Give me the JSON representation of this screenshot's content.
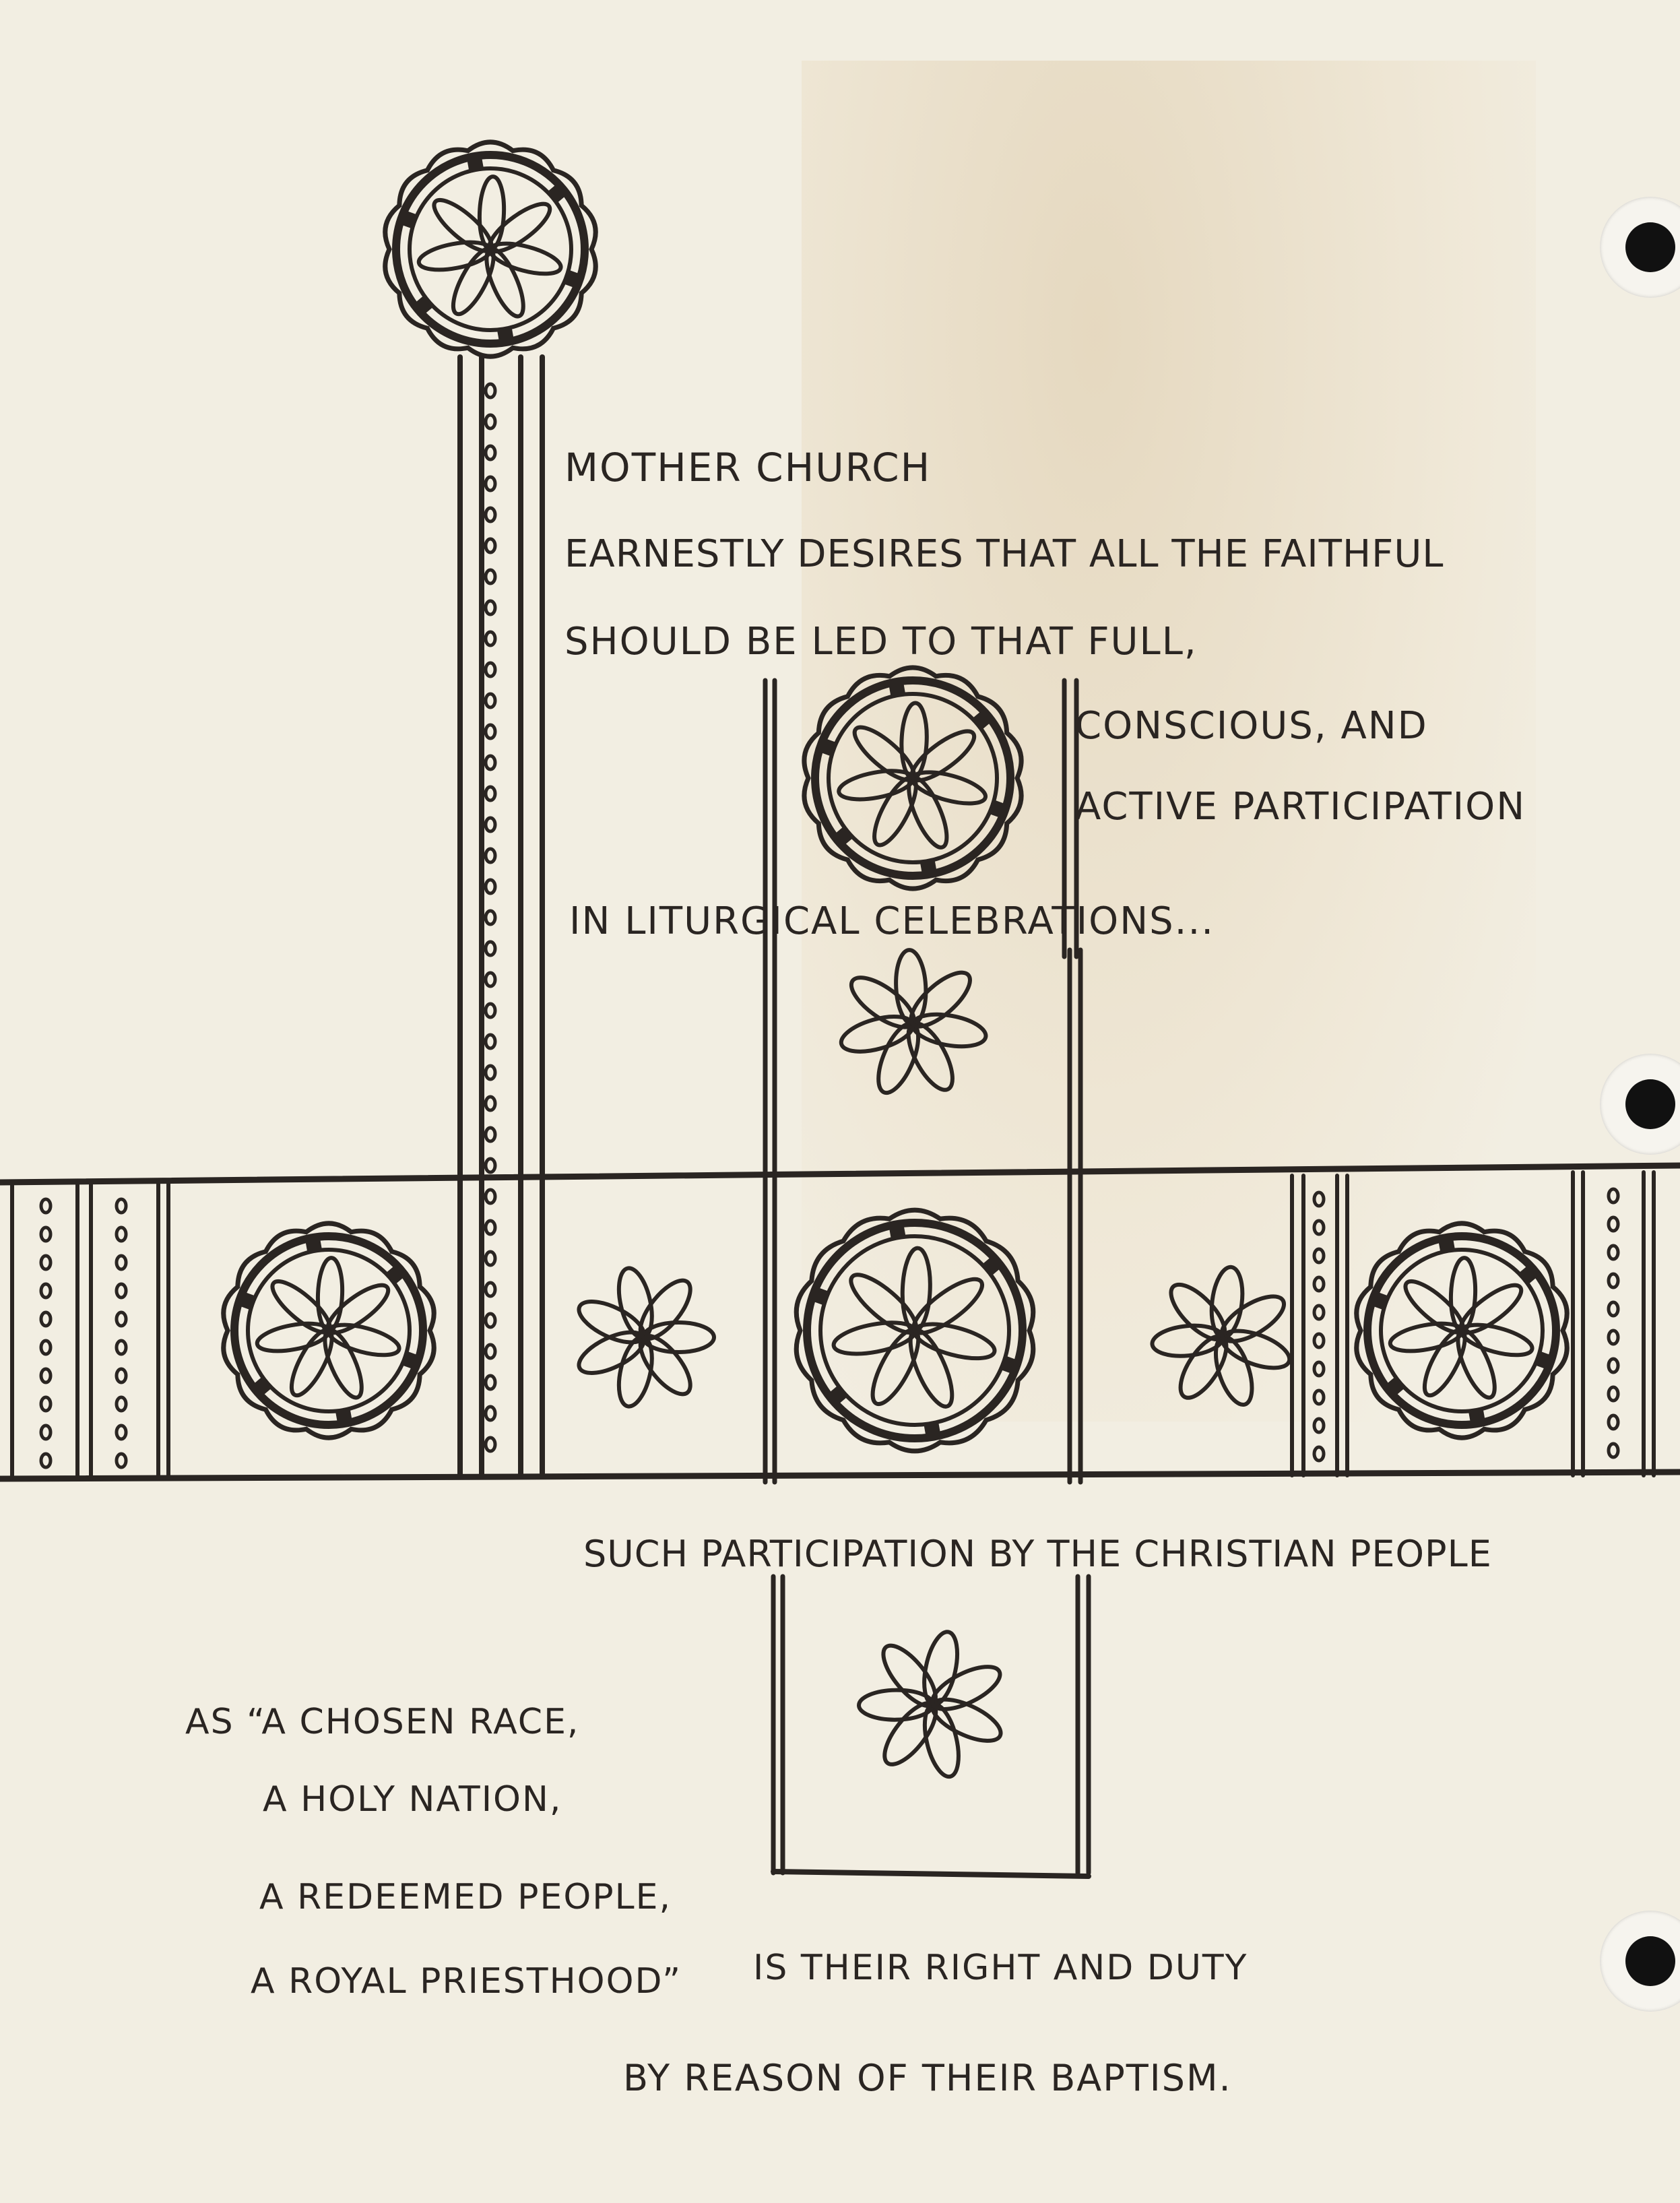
{
  "text": {
    "line1": "MOTHER CHURCH",
    "line2": "EARNESTLY DESIRES THAT ALL THE FAITHFUL",
    "line3": "SHOULD BE LED TO THAT FULL,",
    "line4": "CONSCIOUS, AND",
    "line5": "ACTIVE PARTICIPATION",
    "line6": "IN LITURGICAL CELEBRATIONS...",
    "line7": "SUCH PARTICIPATION BY THE CHRISTIAN PEOPLE",
    "line8": "AS “A CHOSEN RACE,",
    "line9": "A HOLY NATION,",
    "line10": "A REDEEMED PEOPLE,",
    "line11": "A ROYAL PRIESTHOOD”",
    "line12": "IS THEIR RIGHT AND DUTY",
    "line13": "BY REASON OF THEIR BAPTISM."
  },
  "colors": {
    "paper": "#f2eee2",
    "ink": "#2a2522",
    "stain": "#d6be96"
  }
}
